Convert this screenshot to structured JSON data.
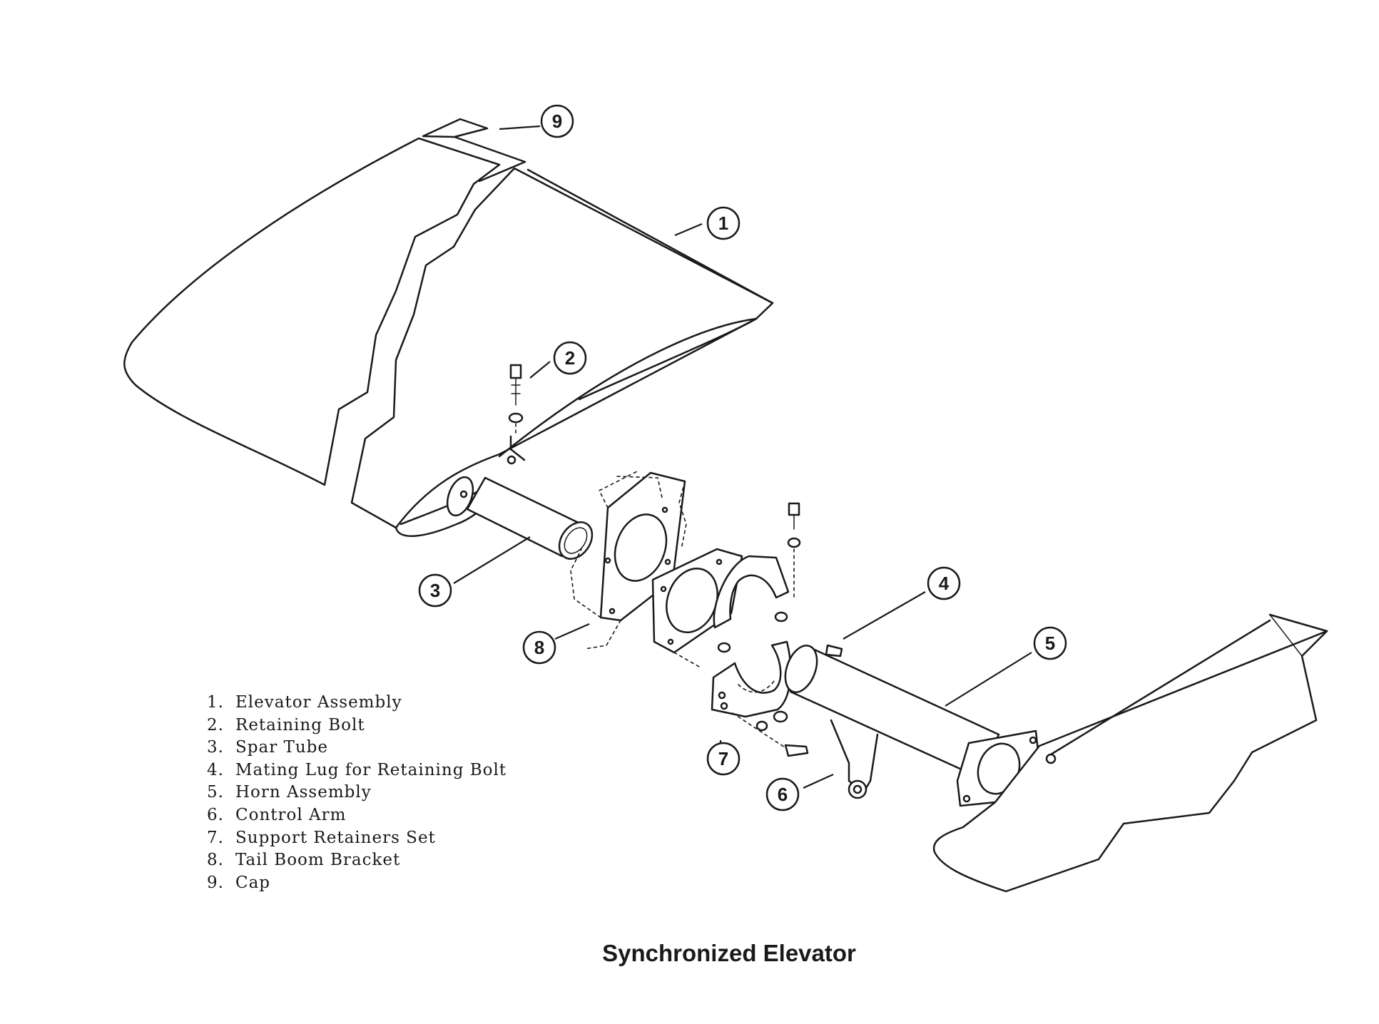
{
  "caption": "Synchronized Elevator",
  "legend": [
    {
      "num": "1.",
      "label": "Elevator Assembly"
    },
    {
      "num": "2.",
      "label": "Retaining Bolt"
    },
    {
      "num": "3.",
      "label": "Spar Tube"
    },
    {
      "num": "4.",
      "label": "Mating Lug for Retaining Bolt"
    },
    {
      "num": "5.",
      "label": "Horn Assembly"
    },
    {
      "num": "6.",
      "label": "Control Arm"
    },
    {
      "num": "7.",
      "label": "Support Retainers Set"
    },
    {
      "num": "8.",
      "label": "Tail Boom Bracket"
    },
    {
      "num": "9.",
      "label": "Cap"
    }
  ],
  "callouts": [
    "1",
    "2",
    "3",
    "4",
    "5",
    "6",
    "7",
    "8",
    "9"
  ]
}
